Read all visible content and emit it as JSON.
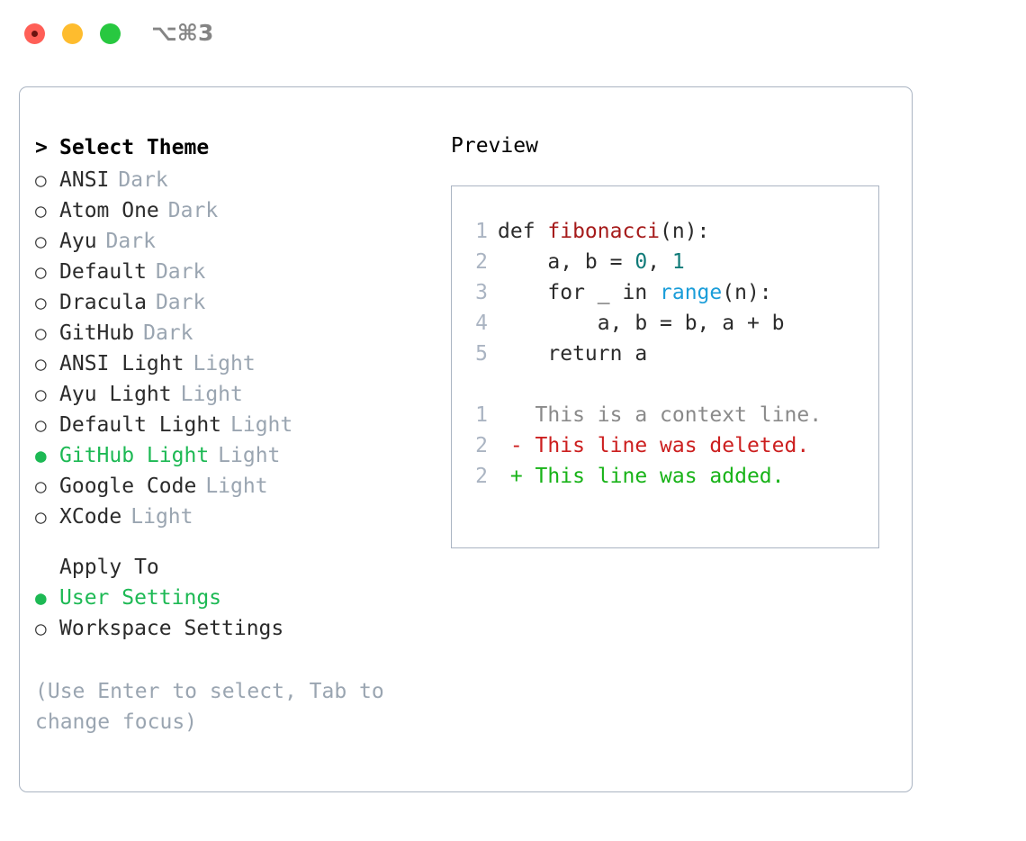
{
  "titlebar": {
    "shortcut": "⌥⌘3",
    "buttons": [
      {
        "name": "close",
        "color": "#ff5f57"
      },
      {
        "name": "minimize",
        "color": "#febc2e"
      },
      {
        "name": "maximize",
        "color": "#28c840"
      }
    ]
  },
  "theme_picker": {
    "header": "Select Theme",
    "caret": ">",
    "bullet_selected": "●",
    "bullet_unselected": "○",
    "selected_color": "#1db954",
    "tag_color": "#9aa5b1",
    "items": [
      {
        "name": "ANSI",
        "tag": "Dark",
        "selected": false
      },
      {
        "name": "Atom One",
        "tag": "Dark",
        "selected": false
      },
      {
        "name": "Ayu",
        "tag": "Dark",
        "selected": false
      },
      {
        "name": "Default",
        "tag": "Dark",
        "selected": false
      },
      {
        "name": "Dracula",
        "tag": "Dark",
        "selected": false
      },
      {
        "name": "GitHub",
        "tag": "Dark",
        "selected": false
      },
      {
        "name": "ANSI Light",
        "tag": "Light",
        "selected": false
      },
      {
        "name": "Ayu Light",
        "tag": "Light",
        "selected": false
      },
      {
        "name": "Default Light",
        "tag": "Light",
        "selected": false
      },
      {
        "name": "GitHub Light",
        "tag": "Light",
        "selected": true
      },
      {
        "name": "Google Code",
        "tag": "Light",
        "selected": false
      },
      {
        "name": "XCode",
        "tag": "Light",
        "selected": false
      }
    ]
  },
  "apply_to": {
    "label": "Apply To",
    "options": [
      {
        "name": "User Settings",
        "selected": true
      },
      {
        "name": "Workspace Settings",
        "selected": false
      }
    ]
  },
  "hint": "(Use Enter to select, Tab to change focus)",
  "preview": {
    "title": "Preview",
    "code_lines": [
      {
        "no": "1",
        "tokens": [
          {
            "t": "def ",
            "c": "tok-plain"
          },
          {
            "t": "fibonacci",
            "c": "tok-fn"
          },
          {
            "t": "(n):",
            "c": "tok-plain"
          }
        ]
      },
      {
        "no": "2",
        "tokens": [
          {
            "t": "    a, b = ",
            "c": "tok-plain"
          },
          {
            "t": "0",
            "c": "tok-num"
          },
          {
            "t": ", ",
            "c": "tok-plain"
          },
          {
            "t": "1",
            "c": "tok-num"
          }
        ]
      },
      {
        "no": "3",
        "tokens": [
          {
            "t": "    for _ in ",
            "c": "tok-plain"
          },
          {
            "t": "range",
            "c": "tok-builtin"
          },
          {
            "t": "(n):",
            "c": "tok-plain"
          }
        ]
      },
      {
        "no": "4",
        "tokens": [
          {
            "t": "        a, b = b, a + b",
            "c": "tok-plain"
          }
        ]
      },
      {
        "no": "5",
        "tokens": [
          {
            "t": "    return a",
            "c": "tok-plain"
          }
        ]
      }
    ],
    "diff_lines": [
      {
        "no": "1",
        "marker": " ",
        "text": " This is a context line.",
        "c": "tok-ctx"
      },
      {
        "no": "2",
        "marker": "-",
        "text": " This line was deleted.",
        "c": "tok-del"
      },
      {
        "no": "2",
        "marker": "+",
        "text": " This line was added.",
        "c": "tok-add"
      }
    ]
  }
}
